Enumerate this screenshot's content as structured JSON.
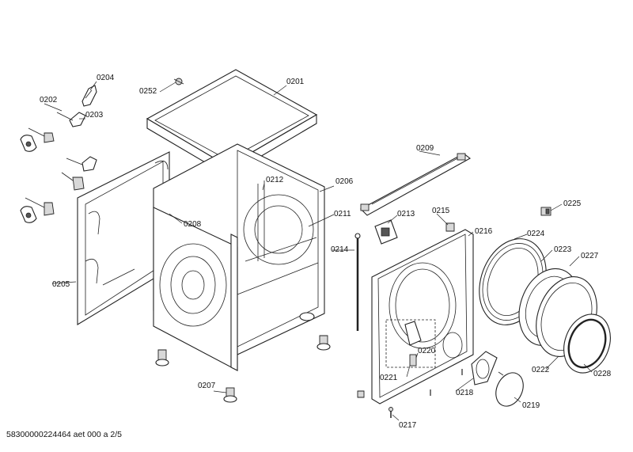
{
  "footer": {
    "document_id": "58300000224464 aet 000 a 2/5"
  },
  "parts": [
    {
      "id": "p0201",
      "label": "0201"
    },
    {
      "id": "p0202",
      "label": "0202"
    },
    {
      "id": "p0203",
      "label": "0203"
    },
    {
      "id": "p0204",
      "label": "0204"
    },
    {
      "id": "p0205",
      "label": "0205"
    },
    {
      "id": "p0206",
      "label": "0206"
    },
    {
      "id": "p0207",
      "label": "0207"
    },
    {
      "id": "p0208",
      "label": "0208"
    },
    {
      "id": "p0209",
      "label": "0209"
    },
    {
      "id": "p0211",
      "label": "0211"
    },
    {
      "id": "p0212",
      "label": "0212"
    },
    {
      "id": "p0213",
      "label": "0213"
    },
    {
      "id": "p0214",
      "label": "0214"
    },
    {
      "id": "p0215",
      "label": "0215"
    },
    {
      "id": "p0216",
      "label": "0216"
    },
    {
      "id": "p0217",
      "label": "0217"
    },
    {
      "id": "p0218",
      "label": "0218"
    },
    {
      "id": "p0219",
      "label": "0219"
    },
    {
      "id": "p0220",
      "label": "0220"
    },
    {
      "id": "p0221",
      "label": "0221"
    },
    {
      "id": "p0222",
      "label": "0222"
    },
    {
      "id": "p0223",
      "label": "0223"
    },
    {
      "id": "p0224",
      "label": "0224"
    },
    {
      "id": "p0225",
      "label": "0225"
    },
    {
      "id": "p0227",
      "label": "0227"
    },
    {
      "id": "p0228",
      "label": "0228"
    },
    {
      "id": "p0252",
      "label": "0252"
    }
  ]
}
